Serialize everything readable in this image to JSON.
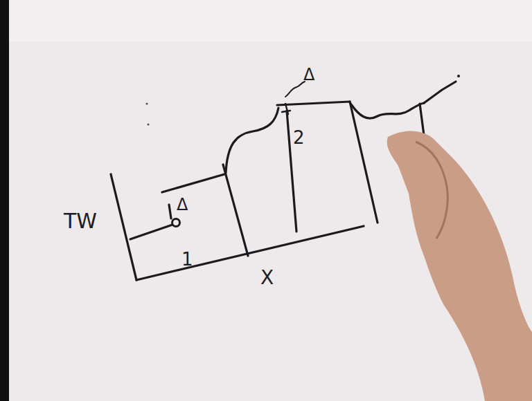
{
  "diagram": {
    "labels": [
      "Δ",
      "2",
      "TW",
      "Δ",
      "1",
      "X"
    ]
  }
}
